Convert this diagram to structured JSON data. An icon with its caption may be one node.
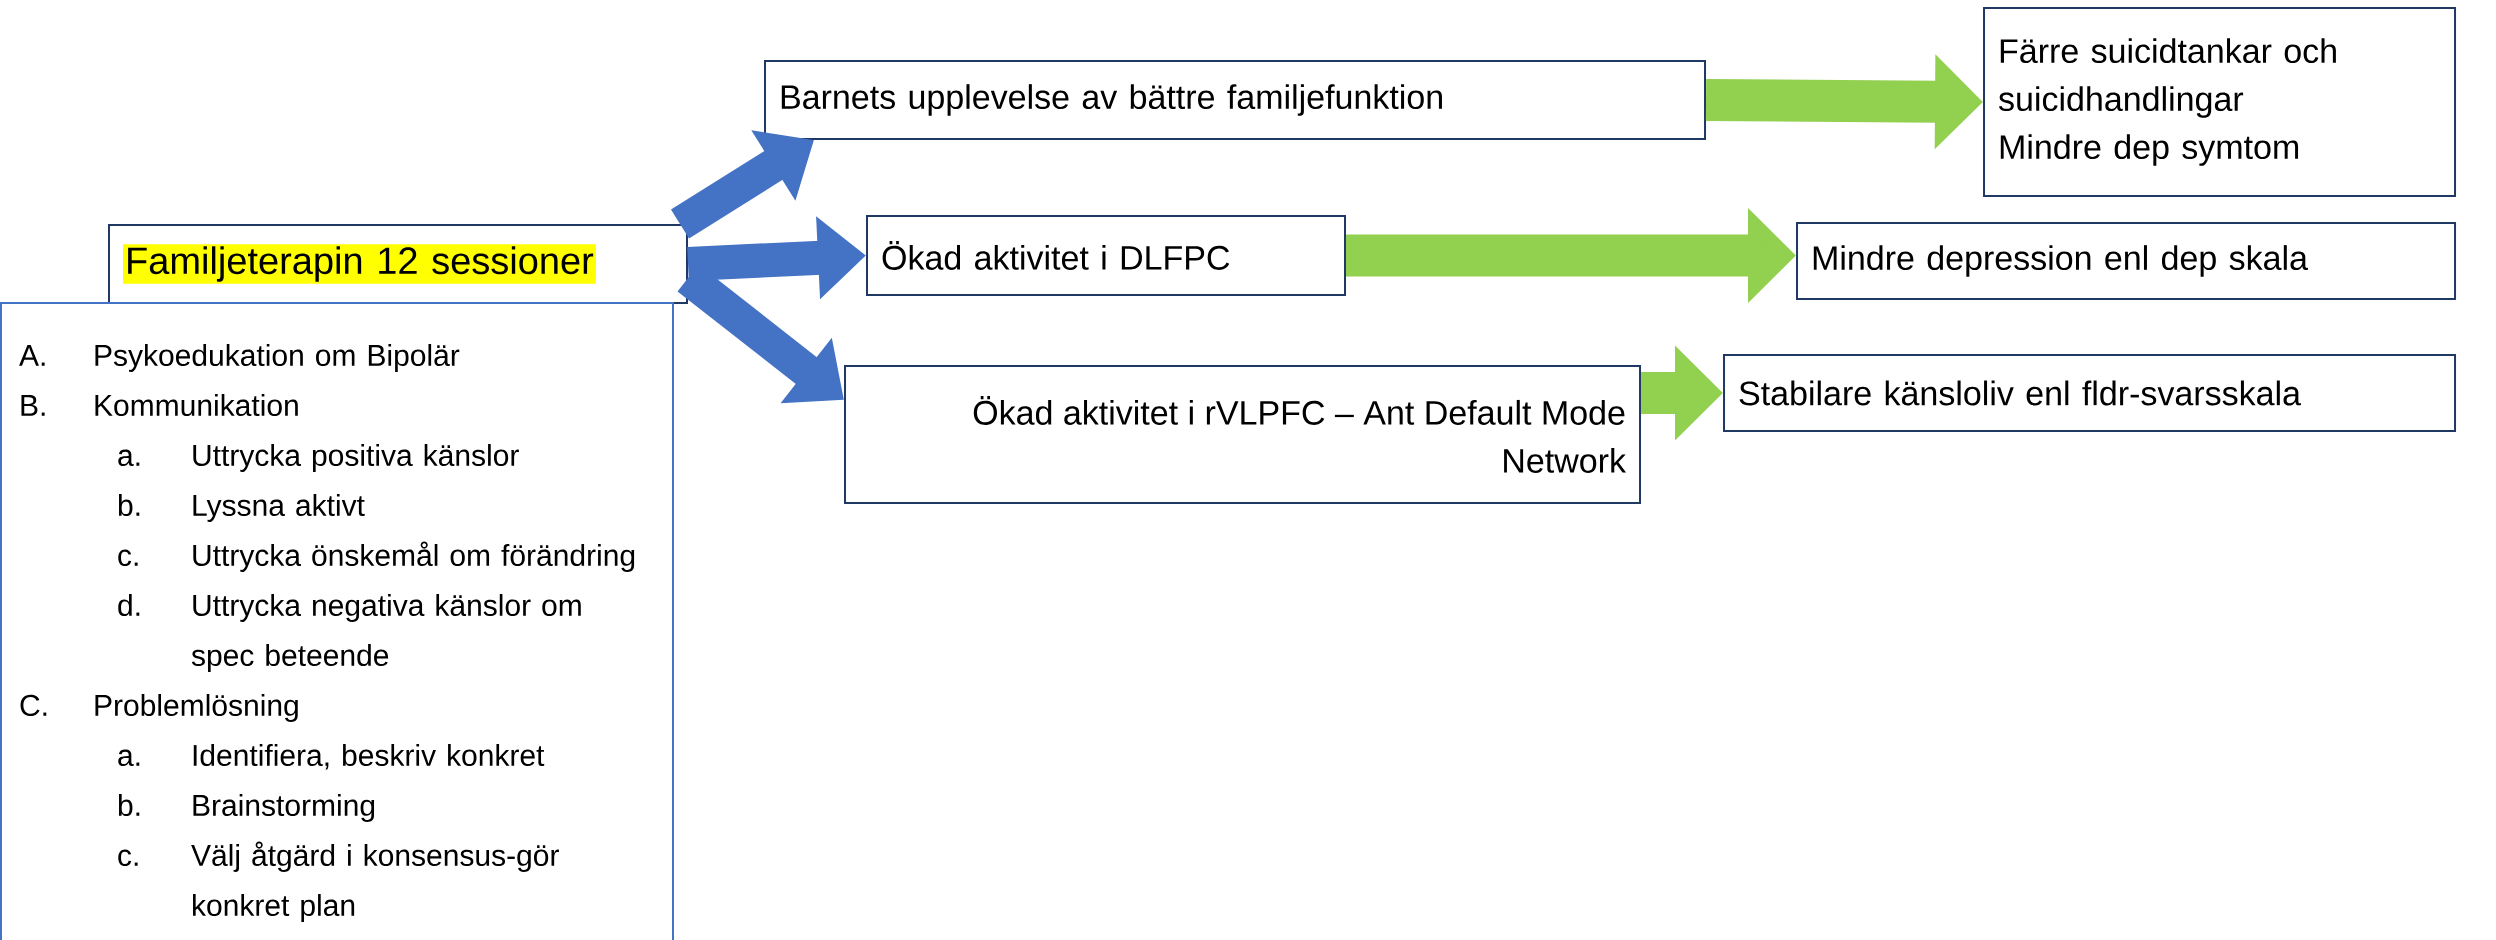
{
  "diagram": {
    "nodes": [
      {
        "text": [
          "Familjeterapin 12 sessioner"
        ]
      },
      {
        "text": [
          "A.",
          "Psykoedukation om Bipolär",
          "B.",
          "Kommunikation",
          "a.",
          "Uttrycka positiva känslor",
          "b.",
          "Lyssna aktivt",
          "c.",
          "Uttrycka önskemål om förändring",
          "d.",
          "Uttrycka negativa känslor om spec beteende",
          "C.",
          "Problemlösning",
          "a.",
          "Identifiera, beskriv konkret",
          "b.",
          "Brainstorming",
          "c.",
          "Välj åtgärd i konsensus-gör konkret plan"
        ]
      },
      {
        "text": [
          "Barnets upplevelse av bättre familjefunktion"
        ]
      },
      {
        "text": [
          "Ökad aktivitet i DLFPC"
        ]
      },
      {
        "text": [
          "Ökad aktivitet i rVLPFC – Ant Default Mode Network"
        ]
      },
      {
        "text": [
          "Färre suicidtankar och suicidhandlingar",
          "Mindre dep symtom"
        ]
      },
      {
        "text": [
          "Mindre depression enl dep skala"
        ]
      },
      {
        "text": [
          "Stabilare känsloliv enl fldr-svarsskala"
        ]
      }
    ],
    "edges": [
      {
        "from": 0,
        "to": 2,
        "arrow": "to"
      },
      {
        "from": 0,
        "to": 3,
        "arrow": "to"
      },
      {
        "from": 0,
        "to": 4,
        "arrow": "to"
      },
      {
        "from": 2,
        "to": 5,
        "arrow": "to",
        "color": "#92d050"
      },
      {
        "from": 3,
        "to": 6,
        "arrow": "to",
        "color": "#92d050"
      },
      {
        "from": 4,
        "to": 7,
        "arrow": "to",
        "color": "#92d050"
      }
    ]
  }
}
